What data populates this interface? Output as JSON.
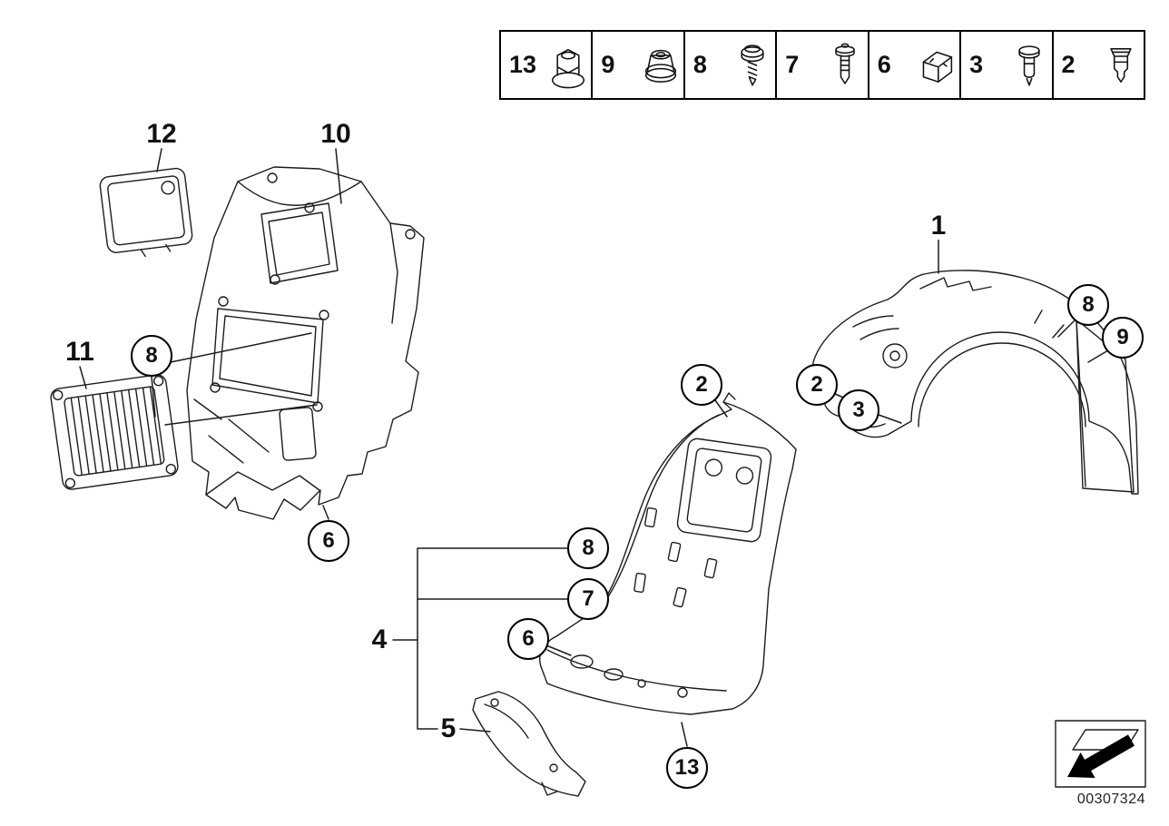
{
  "document": {
    "diagram_number": "00307324"
  },
  "fastener_strip": {
    "cells": [
      {
        "label": "13",
        "icon": "hex-nut"
      },
      {
        "label": "9",
        "icon": "flange-nut"
      },
      {
        "label": "8",
        "icon": "washer-screw"
      },
      {
        "label": "7",
        "icon": "expansion-rivet"
      },
      {
        "label": "6",
        "icon": "spring-clip"
      },
      {
        "label": "3",
        "icon": "blind-rivet"
      },
      {
        "label": "2",
        "icon": "expanding-nut"
      }
    ]
  },
  "part_labels": [
    {
      "label": "12"
    },
    {
      "label": "10"
    },
    {
      "label": "11"
    },
    {
      "label": "4"
    },
    {
      "label": "5"
    },
    {
      "label": "1"
    }
  ],
  "callouts": [
    {
      "label": "8"
    },
    {
      "label": "6"
    },
    {
      "label": "2"
    },
    {
      "label": "8"
    },
    {
      "label": "7"
    },
    {
      "label": "6"
    },
    {
      "label": "13"
    },
    {
      "label": "2"
    },
    {
      "label": "3"
    },
    {
      "label": "8"
    },
    {
      "label": "9"
    }
  ],
  "colors": {
    "line": "#1c1c1c",
    "background": "#ffffff"
  }
}
